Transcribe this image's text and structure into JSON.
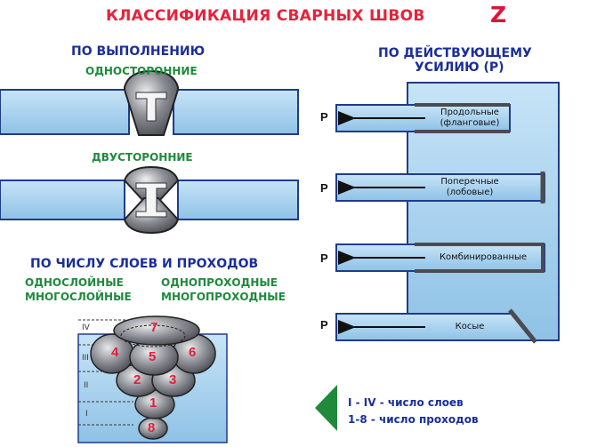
{
  "title": "КЛАССИФИКАЦИЯ СВАРНЫХ ШВОВ",
  "corner_mark": "Z",
  "execution": {
    "heading": "ПО ВЫПОЛНЕНИЮ",
    "one_sided": "ОДНОСТОРОННИЕ",
    "two_sided": "ДВУСТОРОННИЕ"
  },
  "force": {
    "heading_line1": "ПО ДЕЙСТВУЮЩЕМУ",
    "heading_line2": "УСИЛИЮ (Р)",
    "p_label": "Р",
    "types": [
      {
        "line1": "Продольные",
        "line2": "(фланговые)"
      },
      {
        "line1": "Поперечные",
        "line2": "(лобовые)"
      },
      {
        "line1": "Комбинированные",
        "line2": ""
      },
      {
        "line1": "Косые",
        "line2": ""
      }
    ]
  },
  "layers": {
    "heading": "ПО ЧИСЛУ СЛОЕВ И ПРОХОДОВ",
    "left_line1": "ОДНОСЛОЙНЫЕ",
    "left_line2": "МНОГОСЛОЙНЫЕ",
    "right_line1": "ОДНОПРОХОДНЫЕ",
    "right_line2": "МНОГОПРОХОДНЫЕ",
    "layer_numbers": [
      "IV",
      "III",
      "II",
      "I"
    ],
    "pass_numbers": [
      "1",
      "2",
      "3",
      "4",
      "5",
      "6",
      "7",
      "8"
    ]
  },
  "legend": {
    "line1": "I - IV - число слоев",
    "line2": "1-8 - число проходов"
  },
  "colors": {
    "title": "#e8223a",
    "heading": "#1a2f9a",
    "subheading": "#1f8a3c",
    "plate": "#a9d3ef",
    "weld": "#57595f",
    "pass_number": "#e01f3d"
  }
}
